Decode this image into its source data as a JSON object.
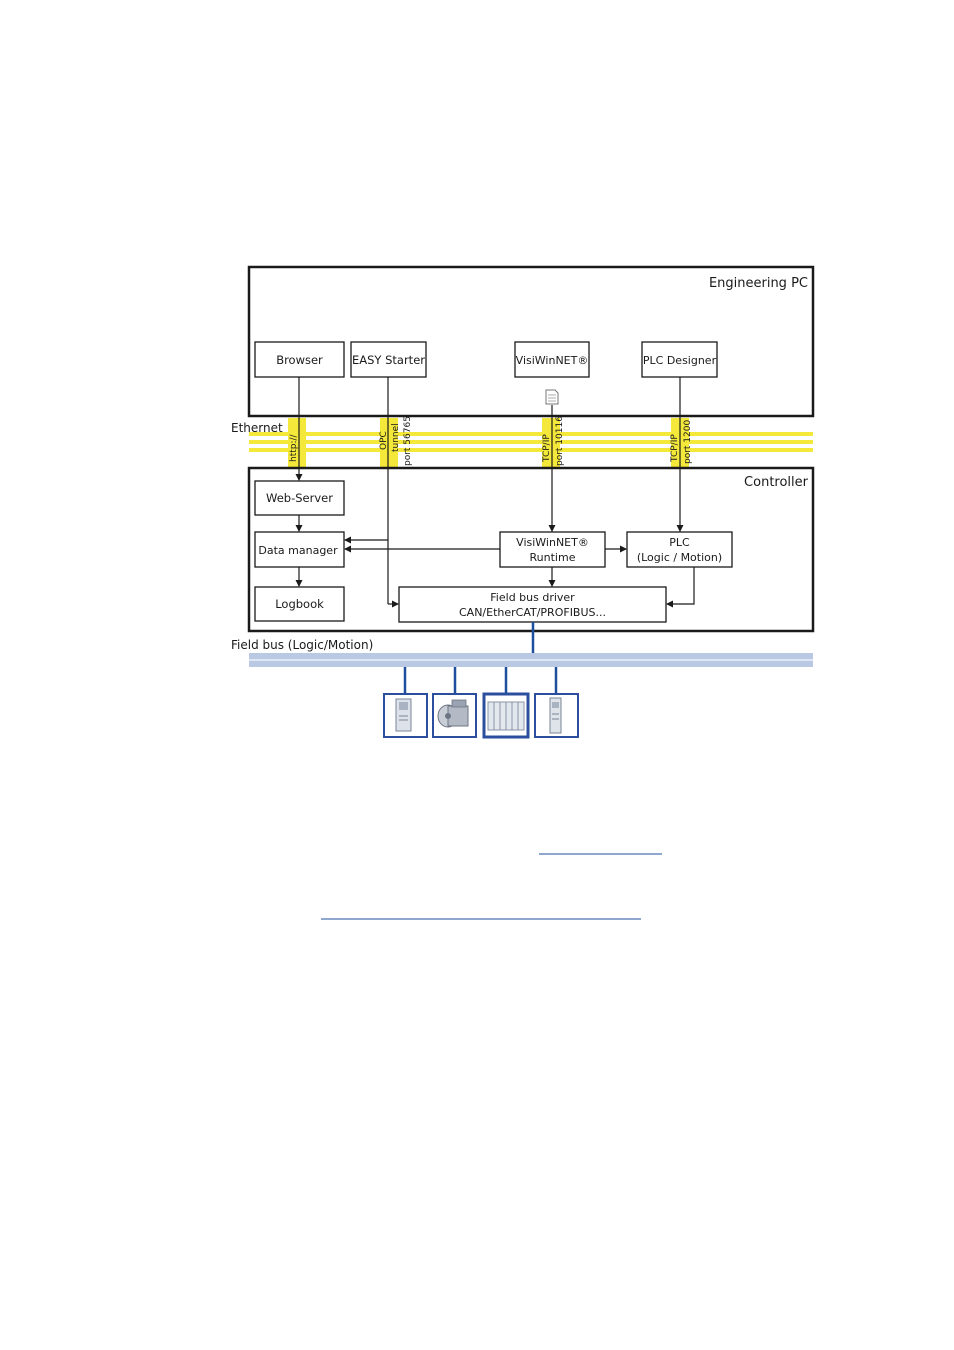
{
  "groups": {
    "engineering_pc": "Engineering PC",
    "controller": "Controller"
  },
  "buses": {
    "ethernet": "Ethernet",
    "field_bus": "Field bus (Logic/Motion)"
  },
  "pc_blocks": {
    "browser": "Browser",
    "easy_starter": "EASY Starter",
    "visiwinnet": "VisiWinNET®",
    "plc_designer": "PLC Designer"
  },
  "controller_blocks": {
    "web_server": "Web-Server",
    "data_manager": "Data manager",
    "logbook": "Logbook",
    "visiwinnet_runtime_1": "VisiWinNET®",
    "visiwinnet_runtime_2": "Runtime",
    "plc_1": "PLC",
    "plc_2": "(Logic / Motion)",
    "field_bus_driver_1": "Field bus driver",
    "field_bus_driver_2": "CAN/EtherCAT/PROFIBUS..."
  },
  "protocols": {
    "http": "http://",
    "opc": "OPC",
    "tunnel": "tunnel",
    "port_56765": "port 56765",
    "tcpip_1": "TCP/IP",
    "port_10116": "port 10116",
    "tcpip_2": "TCP/IP",
    "port_1200": "port 1200"
  },
  "colors": {
    "ethernet_bus": "#f4e83a",
    "field_bus": "#b9c8e3",
    "link": "#1f4e9c",
    "device_frame": "#2b4f9e"
  },
  "devices": [
    "inverter-icon",
    "motor-icon",
    "io-module-icon",
    "servo-drive-icon"
  ]
}
